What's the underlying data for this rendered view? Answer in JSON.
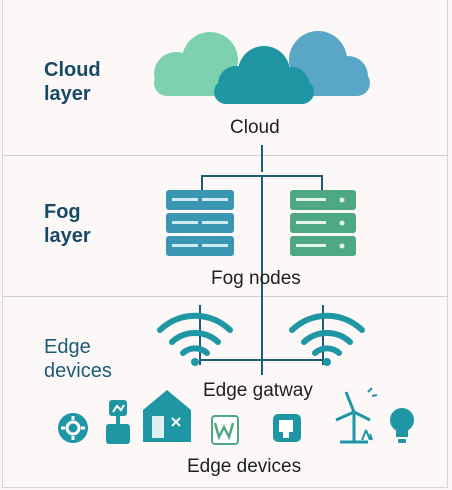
{
  "layers": [
    {
      "label": "Cloud\nlayer"
    },
    {
      "label": "Fog\nlayer"
    },
    {
      "label": "Edge\ndevices"
    }
  ],
  "captions": {
    "cloud": "Cloud",
    "fog_nodes": "Fog nodes",
    "edge_gateway": "Edge gatway",
    "edge_devices": "Edge devices"
  },
  "icons": {
    "cloud": "cloud-icon",
    "servers": [
      "server-rack-icon",
      "server-rack-icon"
    ],
    "wifi": [
      "wifi-icon",
      "wifi-icon"
    ],
    "devices": [
      "gear-icon",
      "smart-plant-icon",
      "smart-home-icon",
      "window-sensor-icon",
      "display-icon",
      "wind-turbine-icon",
      "light-bulb-icon"
    ]
  },
  "colors": {
    "teal_dark": "#1f96a3",
    "teal_blue": "#5aa6c6",
    "green_light": "#7dd0b0",
    "server_blue": "#3a97b4",
    "server_green": "#4ea883",
    "label_dark": "#164a66",
    "line": "#1f5c75"
  }
}
